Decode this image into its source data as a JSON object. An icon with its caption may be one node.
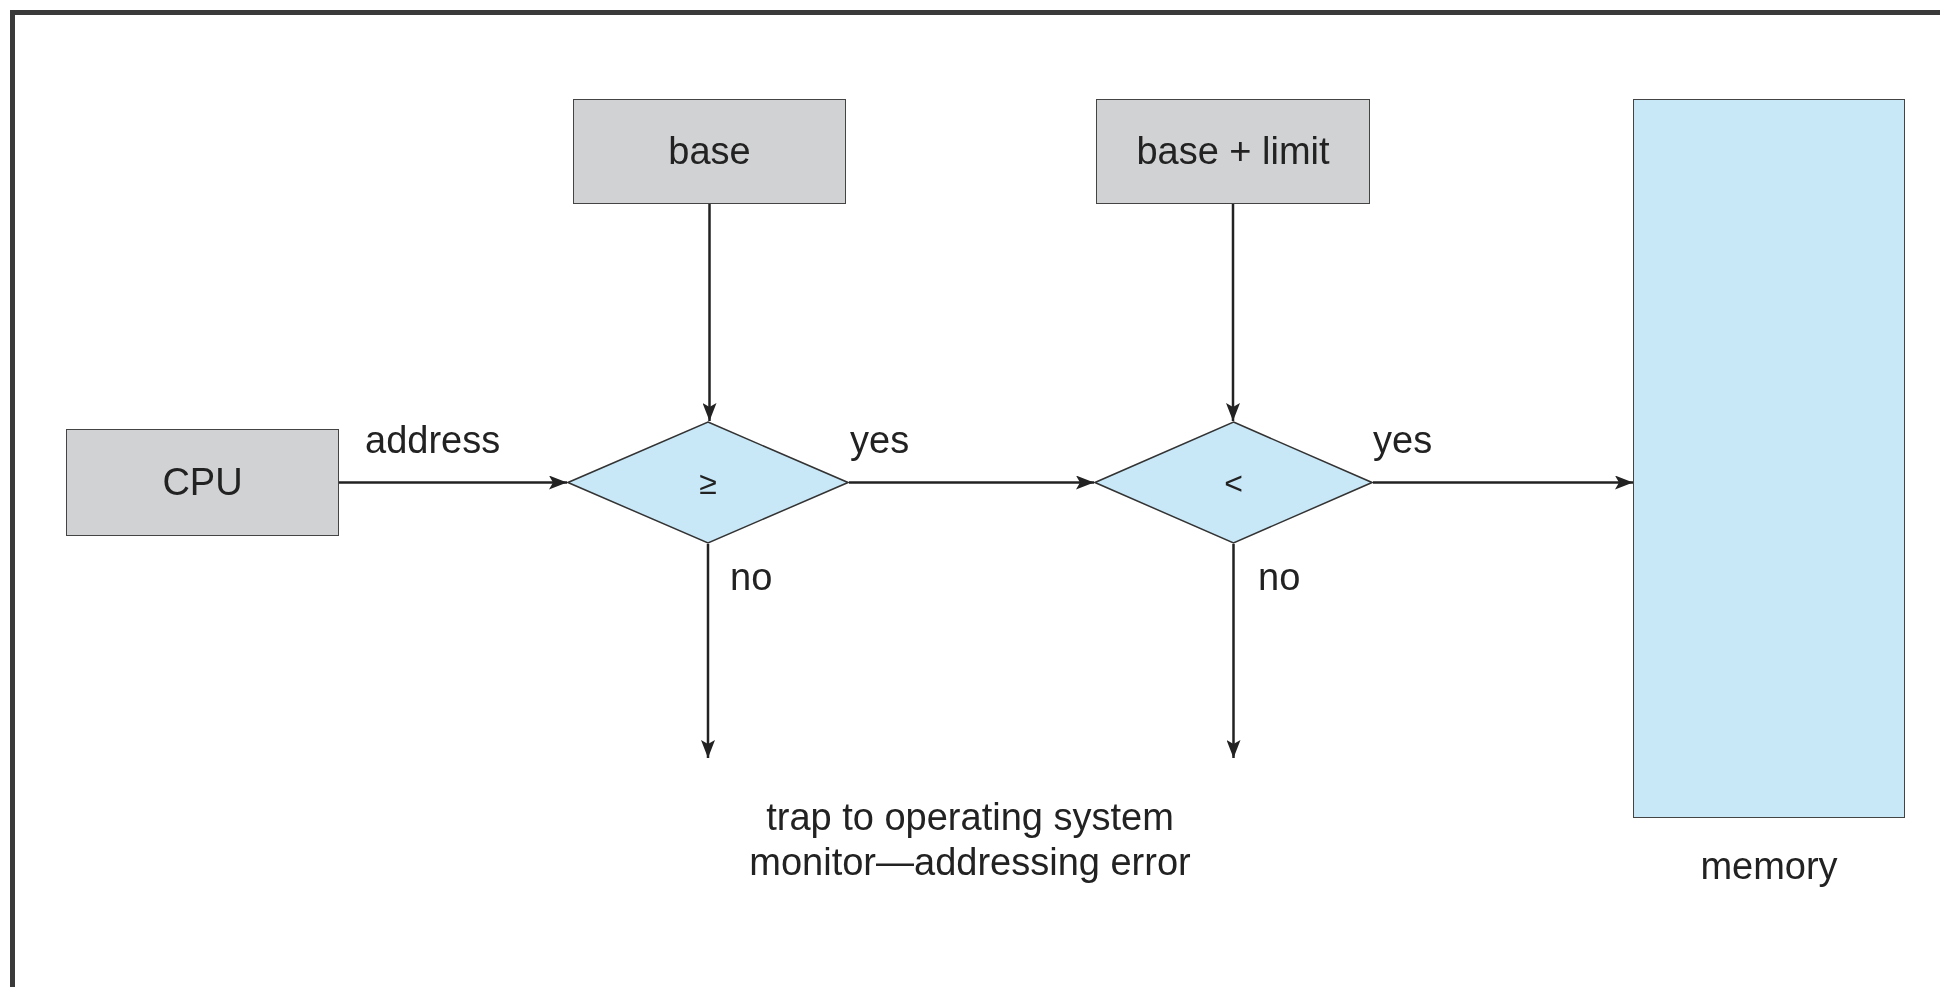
{
  "diagram": {
    "nodes": [
      {
        "text": [
          "CPU"
        ]
      },
      {
        "text": [
          "base"
        ]
      },
      {
        "text": [
          "≥"
        ]
      },
      {
        "text": [
          "base + limit"
        ]
      },
      {
        "text": [
          "<"
        ]
      },
      {
        "text": [],
        "shape": "box",
        "beside": [
          "memory"
        ]
      },
      {
        "text": [
          "trap to operating system monitor—addressing error"
        ]
      }
    ],
    "edges": [
      {
        "from": 0,
        "to": 2,
        "arrow": "to",
        "label": "address"
      },
      {
        "from": 1,
        "to": 2,
        "arrow": "to"
      },
      {
        "from": 2,
        "to": 4,
        "arrow": "to",
        "label": "yes"
      },
      {
        "from": 3,
        "to": 4,
        "arrow": "to"
      },
      {
        "from": 4,
        "to": 5,
        "arrow": "to",
        "label": "yes"
      },
      {
        "from": 2,
        "to": 6,
        "arrow": "to",
        "label": "no"
      },
      {
        "from": 4,
        "to": 6,
        "arrow": "to",
        "label": "no"
      }
    ]
  }
}
